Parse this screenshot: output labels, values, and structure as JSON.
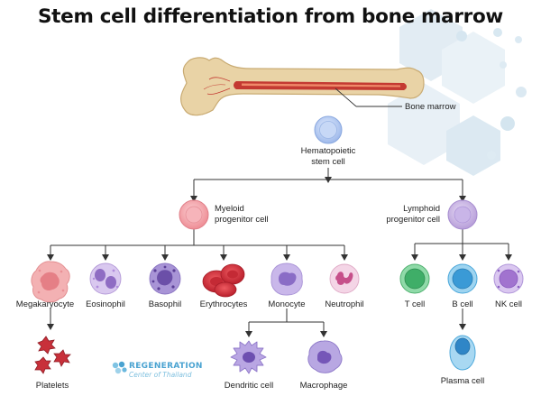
{
  "title": "Stem cell differentiation from bone marrow",
  "labels": {
    "bone_marrow": "Bone marrow",
    "hsc_line1": "Hematopoietic",
    "hsc_line2": "stem cell",
    "myeloid_line1": "Myeloid",
    "myeloid_line2": "progenitor cell",
    "lymphoid_line1": "Lymphoid",
    "lymphoid_line2": "progenitor cell",
    "megakaryocyte": "Megakaryocyte",
    "eosinophil": "Eosinophil",
    "basophil": "Basophil",
    "erythrocytes": "Erythrocytes",
    "monocyte": "Monocyte",
    "neutrophil": "Neutrophil",
    "t_cell": "T cell",
    "b_cell": "B cell",
    "nk_cell": "NK cell",
    "platelets": "Platelets",
    "dendritic_cell": "Dendritic cell",
    "macrophage": "Macrophage",
    "plasma_cell": "Plasma cell"
  },
  "logo": {
    "line1": "REGENERATION",
    "line2": "Center of Thailand"
  },
  "colors": {
    "bone": "#e9d2a5",
    "marrow": "#c0392b",
    "hsc": "#a9c4ee",
    "myeloid": "#f2a0a6",
    "lymphoid": "#c4aee0",
    "megakaryocyte": "#f0a7a8",
    "eosinophil": "#c9b3e6",
    "basophil": "#9b86cd",
    "erythrocyte": "#d62f3a",
    "monocyte": "#b7a5e0",
    "neutrophil": "#f1cbe0",
    "t_cell": "#7ed19a",
    "b_cell": "#7fc6ec",
    "nk_cell": "#c9aee8",
    "hexagon": "#dce8f1"
  }
}
